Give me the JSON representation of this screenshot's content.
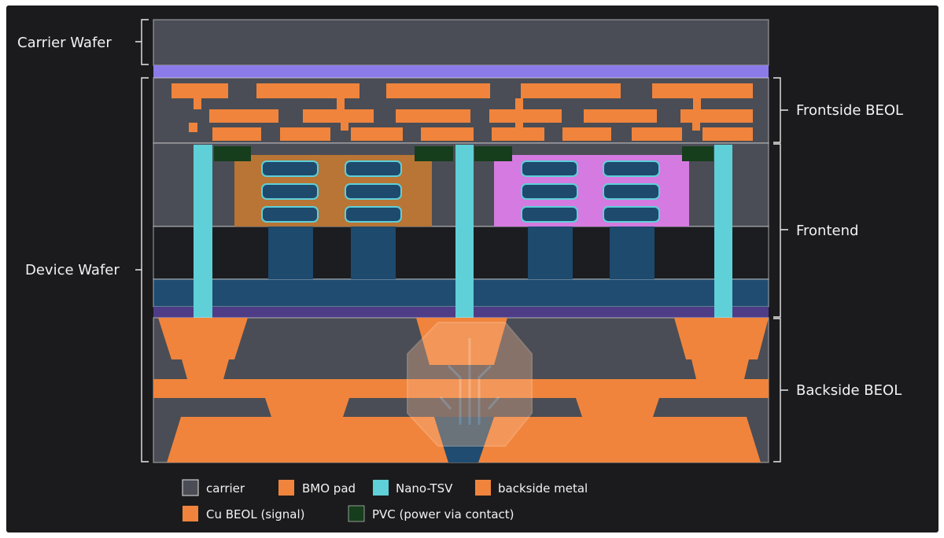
{
  "labels": {
    "carrier_wafer": "Carrier Wafer",
    "device_wafer": "Device Wafer",
    "frontside_beol": "Frontside BEOL",
    "frontend": "Frontend",
    "backside_beol": "Backside BEOL"
  },
  "legend": [
    {
      "label": "carrier",
      "color": "#4a4d55"
    },
    {
      "label": "BMO pad",
      "color": "#f0843c"
    },
    {
      "label": "Nano-TSV",
      "color": "#5fcfd8"
    },
    {
      "label": "backside metal",
      "color": "#f0843c"
    },
    {
      "label": "Cu BEOL (signal)",
      "color": "#f0843c"
    },
    {
      "label": "PVC (power via contact)",
      "color": "#163d1c"
    }
  ],
  "colors": {
    "carrier": "#4a4d55",
    "bonding_layer": "#8b7be8",
    "copper": "#f0843c",
    "tsv": "#5fcfd8",
    "pvc": "#163d1c",
    "nmos_block": "#b87535",
    "pmos_block": "#d57ae0",
    "channel": "#1e4a6e",
    "substrate_dark": "#1b1d21",
    "buried_rail": "#1f4c70",
    "dielectric_purple": "#4e3d86"
  }
}
